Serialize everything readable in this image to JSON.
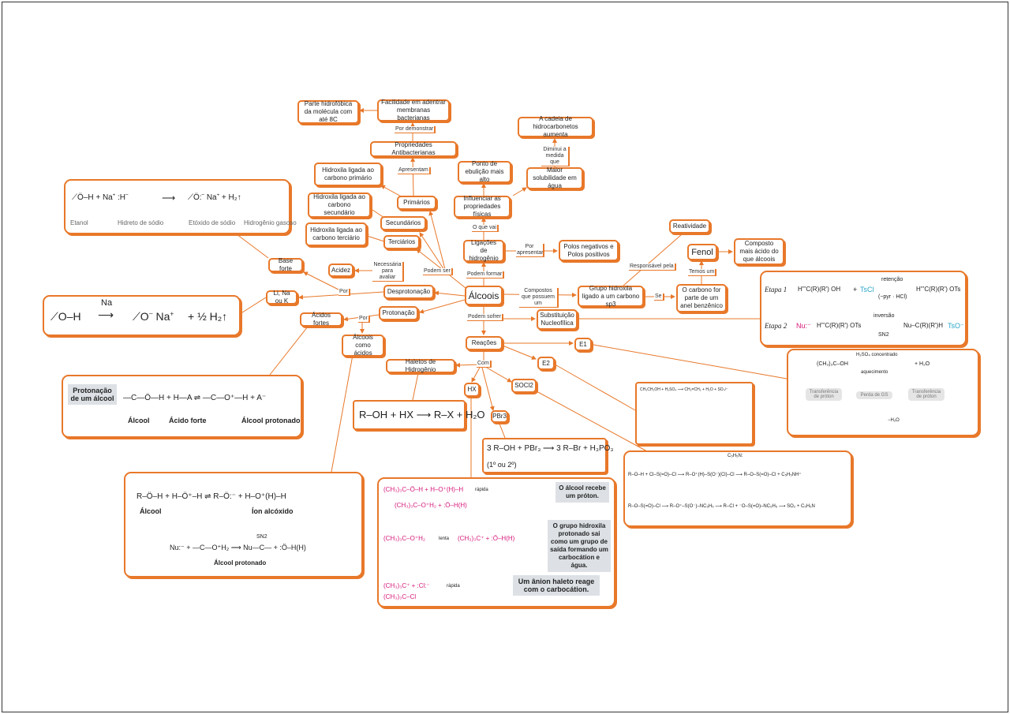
{
  "nodes": {
    "parte_hidrofobica": "Parte hidrofóbica da molécula com até 8C",
    "facilidade": "Facilidade em adentrar membranas bacterianas",
    "antibacterianas": "Propriedades Antibacterianas",
    "hidroxila_primario": "Hidroxila ligada ao carbono primário",
    "primarios": "Primários",
    "hidroxila_secundario": "Hidroxila ligada ao carbono secundário",
    "secundarios": "Secundários",
    "hidroxila_terciario": "Hidroxila ligada ao carbono terciário",
    "terciarios": "Terciários",
    "ponto_ebulicao": "Ponto de ebulição mais alto",
    "cadeia": "A cadeia de hidrocarbonetos aumenta",
    "solubilidade": "Maior solubilidade em água",
    "influenciar": "Influenciar as propriedades físicas",
    "ligacoes": "Ligações de hidrogênio",
    "polos": "Polos negativos e Polos positivos",
    "alcoois": "Álcoois",
    "acidez": "Acidez",
    "base_forte": "Base forte",
    "desprotonacao": "Desprotonação",
    "li_na_k": "Li, Na ou K",
    "protonacao": "Protonação",
    "acidos_fortes": "Ácidos fortes",
    "alcoois_acidos": "Álcoois como ácidos",
    "grupo_hidroxila": "Grupo hidroxila ligado a um carbono sp3",
    "o_carbono": "O carbono for parte de um anel benzênico",
    "fenol": "Fenol",
    "composto_acido": "Composto mais ácido do que álcoois",
    "reatividade": "Reatividade",
    "substituicao": "Substituição Nucleofílica",
    "reacoes": "Reações",
    "e1": "E1",
    "e2": "E2",
    "haletos": "Haletos de Hidrogênio",
    "hx": "HX",
    "socl2": "SOCl2",
    "pbr3": "PBr3"
  },
  "labels": {
    "por_demonstrar": "Por demonstrar",
    "apresentam": "Apresentam",
    "diminui": "Diminui a medida que",
    "o_que_vai": "O que vai",
    "por_apresentar": "Por apresentar",
    "podem_formar": "Podem formar",
    "podem_ser": "Podem ser",
    "necessaria": "Necessária para avaliar",
    "por1": "Por",
    "por2": "Por",
    "compostos": "Compostos que possuem um",
    "se": "Se",
    "temos_um": "Temos um",
    "responsavel": "Responsável pela",
    "podem_sofrer": "Podem sofrer",
    "com": "Com"
  },
  "panels": {
    "etanol": {
      "eq_left": "⟋Ö–H + Na⁺ :H⁻",
      "arrow": "⟶",
      "eq_right": "⟋Ö:⁻ Na⁺ + H₂↑",
      "names": [
        "Etanol",
        "Hidreto de sódio",
        "Etóxido de sódio",
        "Hidrogênio gasoso"
      ]
    },
    "sodium": {
      "reactant": "⟋O–H",
      "reagent": "Na",
      "product": "⟋O⁻ Na⁺",
      "tail": "+ ½ H₂↑"
    },
    "tosyl": {
      "etapa1": "Etapa 1",
      "etapa2": "Etapa 2",
      "r1": "H'''C(R)(R') OH",
      "plus": "+",
      "tscl": "TsCl",
      "cond1": "retenção",
      "cond1b": "(−pyr · HCl)",
      "p1": "H'''C(R)(R') OTs",
      "nu": "Nu:⁻",
      "r2": "H'''C(R)(R') OTs",
      "cond2": "inversão",
      "cond2b": "SN2",
      "p2": "Nu–C(R)(R')H",
      "tso": "TsO⁻"
    },
    "protonacao": {
      "title": "Protonação de um álcool",
      "eq": "—C—Ö—H  +  H—A  ⇌  —C—O⁺—H  +  A⁻",
      "names": [
        "Álcool",
        "Ácido forte",
        "Álcool protonado"
      ]
    },
    "hx_eq": "R–OH + HX ⟶ R–X + H₂O",
    "pbr3_eq": "3 R–OH + PBr₃ ⟶ 3 R–Br + H₃PO₃",
    "pbr3_note": "(1º ou 2º)",
    "e1": {
      "eq": "(CH₃)₃C–OH",
      "cond": "H₂SO₄ concentrado",
      "cond2": "aquecimento",
      "prod": "+ H₂O",
      "steps": [
        "Transferência de próton",
        "Perda de GS",
        "Transferência de próton"
      ],
      "minus_h2o": "−H₂O"
    },
    "e2": {
      "eq": "CH₃CH₂OH + H₂SO₄ ⟶ CH₂=CH₂ + H₂O + SO₄²⁻"
    },
    "socl2": {
      "row1": "R–O–H + Cl–S(=O)–Cl ⟶ R–O⁺(H)–S(O⁻)(Cl)–Cl ⟶ R–O–S(=O)–Cl + C₅H₅NH⁺",
      "row2": "R–O–S(=O)–Cl ⟶ R–O⁺–S(O⁻)–NC₅H₅ ⟶ R–Cl + ⁻O–S(=O)–NC₅H₅ ⟶ SO₂ + C₅H₅N",
      "pyr": "C₅H₅N:"
    },
    "alcoxido": {
      "row1": "R–Ö–H  +  H–Ö⁺–H  ⇌  R–Ö:⁻  +  H–O⁺(H)–H",
      "names": [
        "Álcool",
        "Íon alcóxido"
      ],
      "row2": "Nu:⁻ + —C—O⁺H₂ ⟶ Nu—C— + :Ö–H(H)",
      "sn2": "SN2",
      "name2": "Álcool protonado"
    },
    "sn1": {
      "row1": "(CH₃)₃C–Ö–H + H–O⁺(H)–H",
      "r1": "rápida",
      "p1": "(CH₃)₃C–O⁺H₂ + :Ö–H(H)",
      "row2": "(CH₃)₃C–O⁺H₂",
      "r2": "lenta",
      "p2": "(CH₃)₃C⁺ + :Ö–H(H)",
      "row3": "(CH₃)₃C⁺ + :Cl:⁻",
      "r3": "rápida",
      "p3": "(CH₃)₃C–Cl",
      "notes": [
        "O álcool recebe um próton.",
        "O grupo hidroxila protonado sai como um grupo de saída formando um carbocátion e água.",
        "Um ânion haleto reage com o carbocátion."
      ]
    }
  },
  "colors": {
    "accent": "#e8782a",
    "magenta": "#d6187a",
    "cyan": "#2aa6c9",
    "note_bg": "#dde1e5"
  }
}
